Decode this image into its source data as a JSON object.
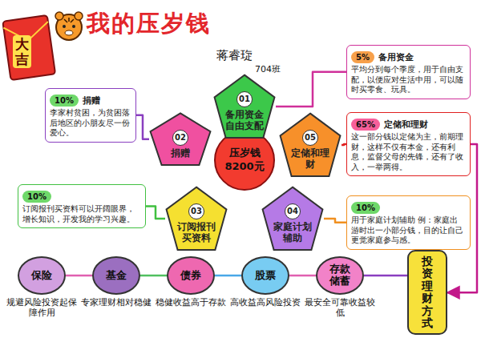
{
  "diagram": {
    "title": "我的压岁钱",
    "nodes": [
      {
        "text": [
          "压岁钱 8200元"
        ]
      },
      {
        "text": [
          "01",
          "备用资金自由支配"
        ]
      },
      {
        "text": [
          "02",
          "捐赠"
        ]
      },
      {
        "text": [
          "05",
          "定储和理财"
        ]
      },
      {
        "text": [
          "03",
          "订阅报刊买资料"
        ]
      },
      {
        "text": [
          "04",
          "家庭计划辅助"
        ]
      },
      {
        "text": [
          "5%",
          "备用资金",
          "平均分到每个季度，用于自由支配，以便应对生活中用，可以随时买零食、玩具。"
        ]
      },
      {
        "text": [
          "10%",
          "捐赠",
          "李家村贫困，为贫困落后地区的小朋友尽一份爱心。"
        ]
      },
      {
        "text": [
          "65%",
          "定储和理财",
          "这一部分钱以定储为主，前期理财，这样不仅有本金，还有利息，监督父母的先锋，还有了收入，一举两得。"
        ]
      },
      {
        "text": [
          "10%",
          "订阅报刊买资料可以开阔眼界，增长知识，开发我的学习兴趣。"
        ]
      },
      {
        "text": [
          "10%",
          "用于家庭计划辅助 例：家庭出游时出一小部分钱，目的让自己更觉家庭参与感。"
        ]
      },
      {
        "text": [
          "保险",
          "规避风险投资起保障作用"
        ]
      },
      {
        "text": [
          "基金",
          "专家理财相对稳健"
        ]
      },
      {
        "text": [
          "债券",
          "稳健收益高于存款"
        ]
      },
      {
        "text": [
          "股票",
          "高收益高风险投资"
        ]
      },
      {
        "text": [
          "存款储蓄",
          "最安全可靠收益较低"
        ]
      },
      {
        "text": [
          "投资理财方式"
        ]
      }
    ],
    "edges": [
      {
        "from": 1,
        "to": 6,
        "arrow": "none"
      },
      {
        "from": 2,
        "to": 7,
        "arrow": "none"
      },
      {
        "from": 3,
        "to": 8,
        "arrow": "none"
      },
      {
        "from": 4,
        "to": 9,
        "arrow": "none"
      },
      {
        "from": 5,
        "to": 10,
        "arrow": "none"
      },
      {
        "from": 8,
        "to": 16,
        "arrow": "to"
      },
      {
        "from": 11,
        "to": 12,
        "arrow": "none"
      },
      {
        "from": 12,
        "to": 13,
        "arrow": "none"
      },
      {
        "from": 13,
        "to": 14,
        "arrow": "none"
      },
      {
        "from": 14,
        "to": 15,
        "arrow": "none"
      },
      {
        "from": 15,
        "to": 16,
        "arrow": "none"
      }
    ],
    "labels": [
      "大吉",
      "蒋睿琁",
      "704班"
    ]
  }
}
